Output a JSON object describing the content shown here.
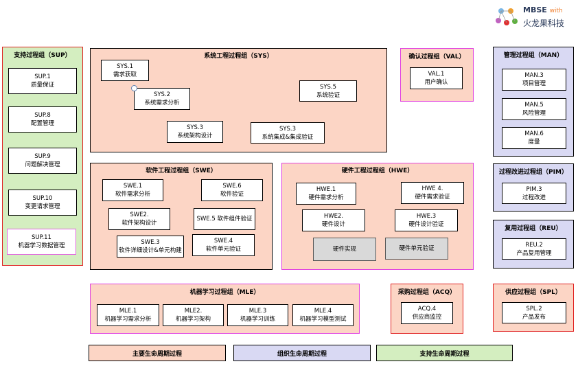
{
  "logo": {
    "line1": "MBSE",
    "with": "with",
    "line2": "火龙果科技"
  },
  "groups": {
    "sup": {
      "title": "支持过程组（SUP）",
      "items": [
        [
          "SUP.1",
          "质量保证"
        ],
        [
          "SUP.8",
          "配置管理"
        ],
        [
          "SUP.9",
          "问题解决管理"
        ],
        [
          "SUP.10",
          "变更请求管理"
        ],
        [
          "SUP.11",
          "机器学习数据管理"
        ]
      ]
    },
    "sys": {
      "title": "系统工程过程组（SYS）",
      "items": [
        [
          "SYS.1",
          "需求获取"
        ],
        [
          "SYS.2",
          "系统需求分析"
        ],
        [
          "SYS.5",
          "系统验证"
        ],
        [
          "SYS.3",
          "系统架构设计"
        ],
        [
          "SYS.3",
          "系统集成&集成验证"
        ]
      ]
    },
    "val": {
      "title": "确认过程组（VAL）",
      "items": [
        [
          "VAL.1",
          "用户确认"
        ]
      ]
    },
    "man": {
      "title": "管理过程组（MAN）",
      "items": [
        [
          "MAN.3",
          "项目管理"
        ],
        [
          "MAN.5",
          "风险管理"
        ],
        [
          "MAN.6",
          "度量"
        ]
      ]
    },
    "swe": {
      "title": "软件工程过程组（SWE）",
      "items": [
        [
          "SWE.1",
          "软件需求分析"
        ],
        [
          "SWE.6",
          "软件验证"
        ],
        [
          "SWE2.",
          "软件架构设计"
        ],
        [
          "SWE.5 软件组件验证",
          ""
        ],
        [
          "SWE.3",
          "软件详细设计&单元构建"
        ],
        [
          "SWE.4",
          "软件单元验证"
        ]
      ]
    },
    "hwe": {
      "title": "硬件工程过程组（HWE）",
      "items": [
        [
          "HWE.1",
          "硬件需求分析"
        ],
        [
          "HWE 4.",
          "硬件需求验证"
        ],
        [
          "HWE2.",
          "硬件设计"
        ],
        [
          "HWE.3",
          "硬件设计验证"
        ],
        [
          "硬件实现",
          ""
        ],
        [
          "硬件单元验证",
          ""
        ]
      ]
    },
    "pim": {
      "title": "过程改进过程组（PIM）",
      "items": [
        [
          "PIM.3",
          "过程改进"
        ]
      ]
    },
    "reu": {
      "title": "复用过程组（REU）",
      "items": [
        [
          "REU.2",
          "产品复用管理"
        ]
      ]
    },
    "mle": {
      "title": "机器学习过程组（MLE）",
      "items": [
        [
          "MLE.1",
          "机器学习需求分析"
        ],
        [
          "MLE2.",
          "机器学习架构"
        ],
        [
          "MLE.3",
          "机器学习训练"
        ],
        [
          "MLE.4",
          "机器学习模型测试"
        ]
      ]
    },
    "acq": {
      "title": "采购过程组（ACQ）",
      "items": [
        [
          "ACQ.4",
          "供应商监控"
        ]
      ]
    },
    "spl": {
      "title": "供应过程组（SPL）",
      "items": [
        [
          "SPL.2",
          "产品发布"
        ]
      ]
    }
  },
  "legend": {
    "primary": "主要生命周期过程",
    "organizational": "组织生命周期过程",
    "support": "支持生命周期过程"
  },
  "colors": {
    "peach": "#fcd5c5",
    "lavender": "#d9d9f3",
    "green": "#d4eec0",
    "red_border": "#e02020",
    "magenta_border": "#e040e0"
  }
}
